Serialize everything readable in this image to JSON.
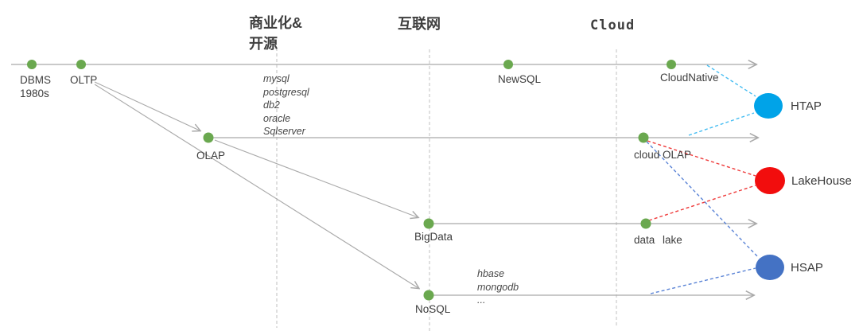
{
  "diagram_title": "database-evolution-timeline",
  "eras": [
    {
      "line1": "商业化&",
      "line2": "开源"
    },
    {
      "label": "互联网"
    },
    {
      "label": "Cloud"
    }
  ],
  "nodes": [
    {
      "label": "DBMS",
      "sublabel": "1980s"
    },
    {
      "label": "OLTP"
    },
    {
      "label": "NewSQL"
    },
    {
      "label": "CloudNative"
    },
    {
      "label": "OLAP"
    },
    {
      "label": "cloud OLAP"
    },
    {
      "label": "BigData"
    },
    {
      "label": "data lake"
    },
    {
      "label": "NoSQL"
    }
  ],
  "tech_lists": [
    {
      "items": [
        "mysql",
        "postgresql",
        "db2",
        "oracle",
        "Sqlserver"
      ]
    },
    {
      "items": [
        "hbase",
        "mongodb",
        "..."
      ]
    }
  ],
  "outcomes": [
    {
      "label": "HTAP",
      "color": "#00a3e8"
    },
    {
      "label": "LakeHouse",
      "color": "#f20d0d"
    },
    {
      "label": "HSAP",
      "color": "#4472c4"
    }
  ],
  "colors": {
    "timeline_gray": "#a9a9a9",
    "milestone_green": "#6aa84f",
    "divider_gray": "#cacaca",
    "htap_link": "#45bdf2",
    "lakehouse_link": "#ef3b3b",
    "hsap_link": "#5b84d6"
  }
}
